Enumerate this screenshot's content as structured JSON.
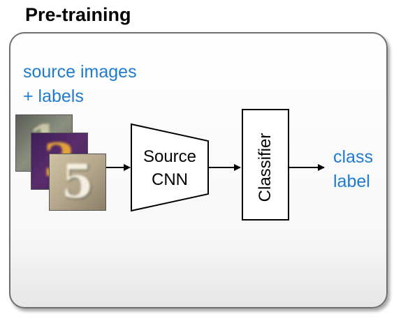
{
  "title": "Pre-training",
  "source": {
    "line1": "source images",
    "line2": "+ labels"
  },
  "cnn": {
    "line1": "Source",
    "line2": "CNN"
  },
  "classifier": "Classifier",
  "output": {
    "line1": "class",
    "line2": "label"
  },
  "colors": {
    "accent_blue": "#1f7bd1",
    "border": "#6f6f6f"
  },
  "thumbnails": [
    {
      "digit": "1"
    },
    {
      "digit": "3"
    },
    {
      "digit": "5"
    }
  ]
}
